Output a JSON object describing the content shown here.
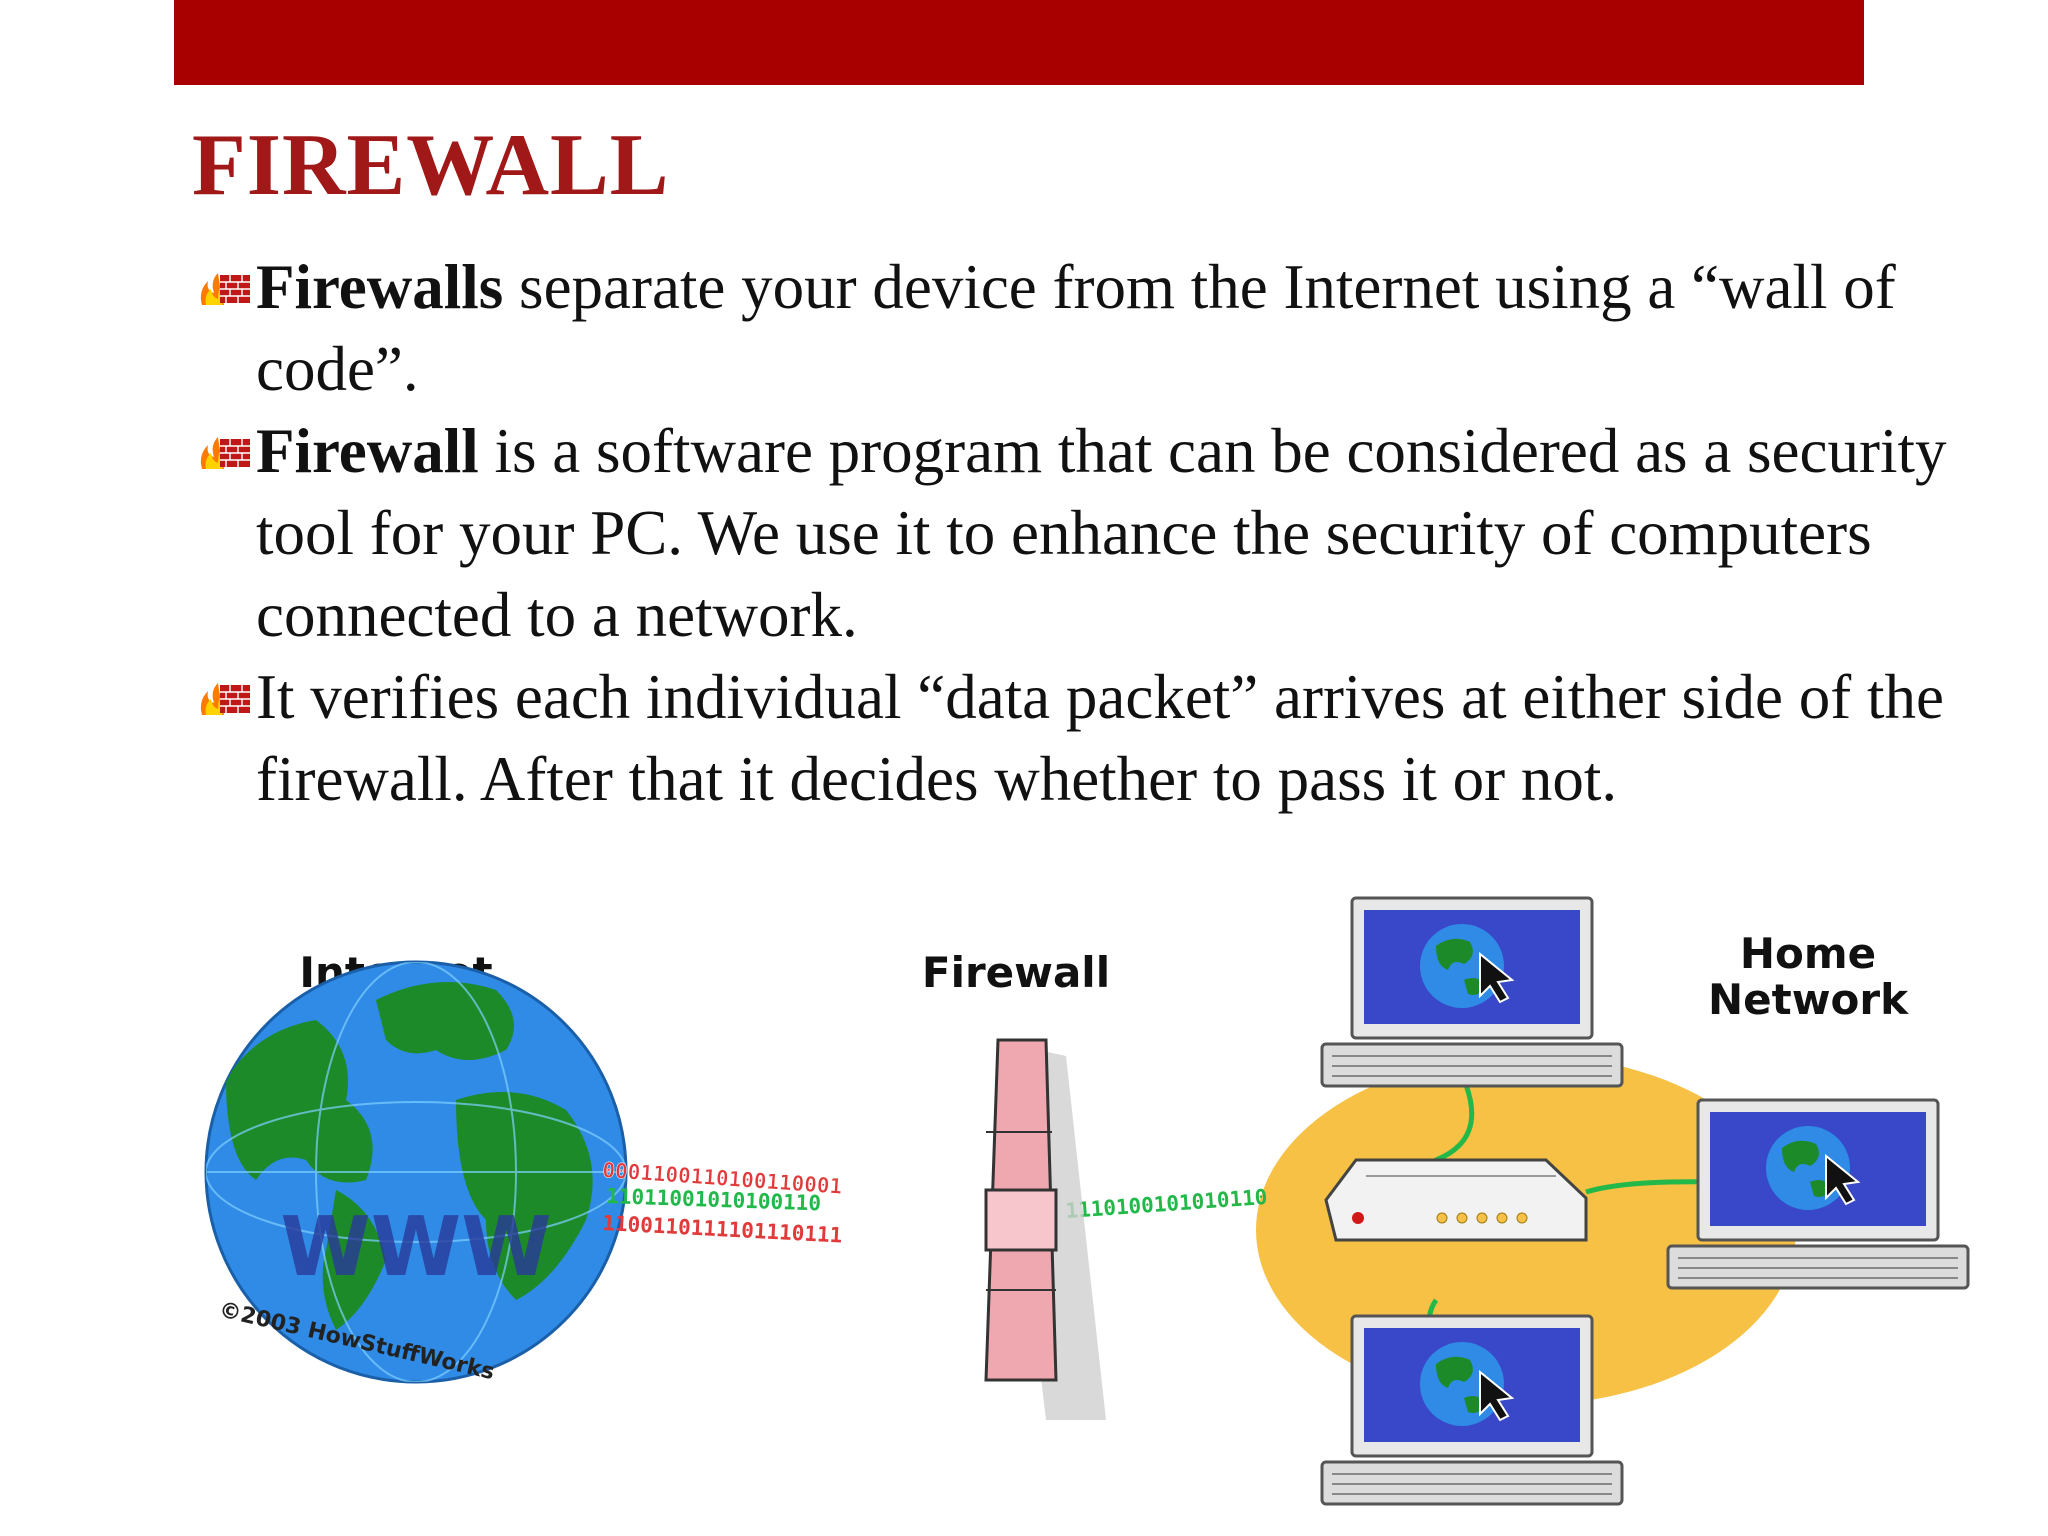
{
  "slide": {
    "title": "FIREWALL",
    "bullets": [
      {
        "lead": "Firewalls",
        "text": " separate your device from the Internet using a “wall of code”."
      },
      {
        "lead": "Firewall",
        "text": " is a software program that can be considered as a security tool for your PC. We use it to enhance the security of computers connected to a network."
      },
      {
        "lead": "",
        "text": "It verifies each individual “data packet” arrives at either side of the firewall. After that it decides whether to pass it or not."
      }
    ],
    "bullet_icon": "firewall-bullet-icon"
  },
  "diagram": {
    "internet_label": "Internet",
    "firewall_label": "Firewall",
    "home_label_line1": "Home",
    "home_label_line2": "Network",
    "globe_text": "WWW",
    "copyright": "©2003 HowStuffWorks",
    "packet_red_1": "0001100110100110001",
    "packet_green": "11011001010100110",
    "packet_red_2": "1100110111101110111",
    "packet_pass": "1110100101010110",
    "colors": {
      "bar": "#a80000",
      "title": "#a01818",
      "globe_water": "#2f8be6",
      "globe_land": "#1d8a2a",
      "network_oval": "#f6c144",
      "screen": "#3848c8",
      "bit_red": "#e03a3a",
      "bit_green": "#22b84a"
    }
  }
}
